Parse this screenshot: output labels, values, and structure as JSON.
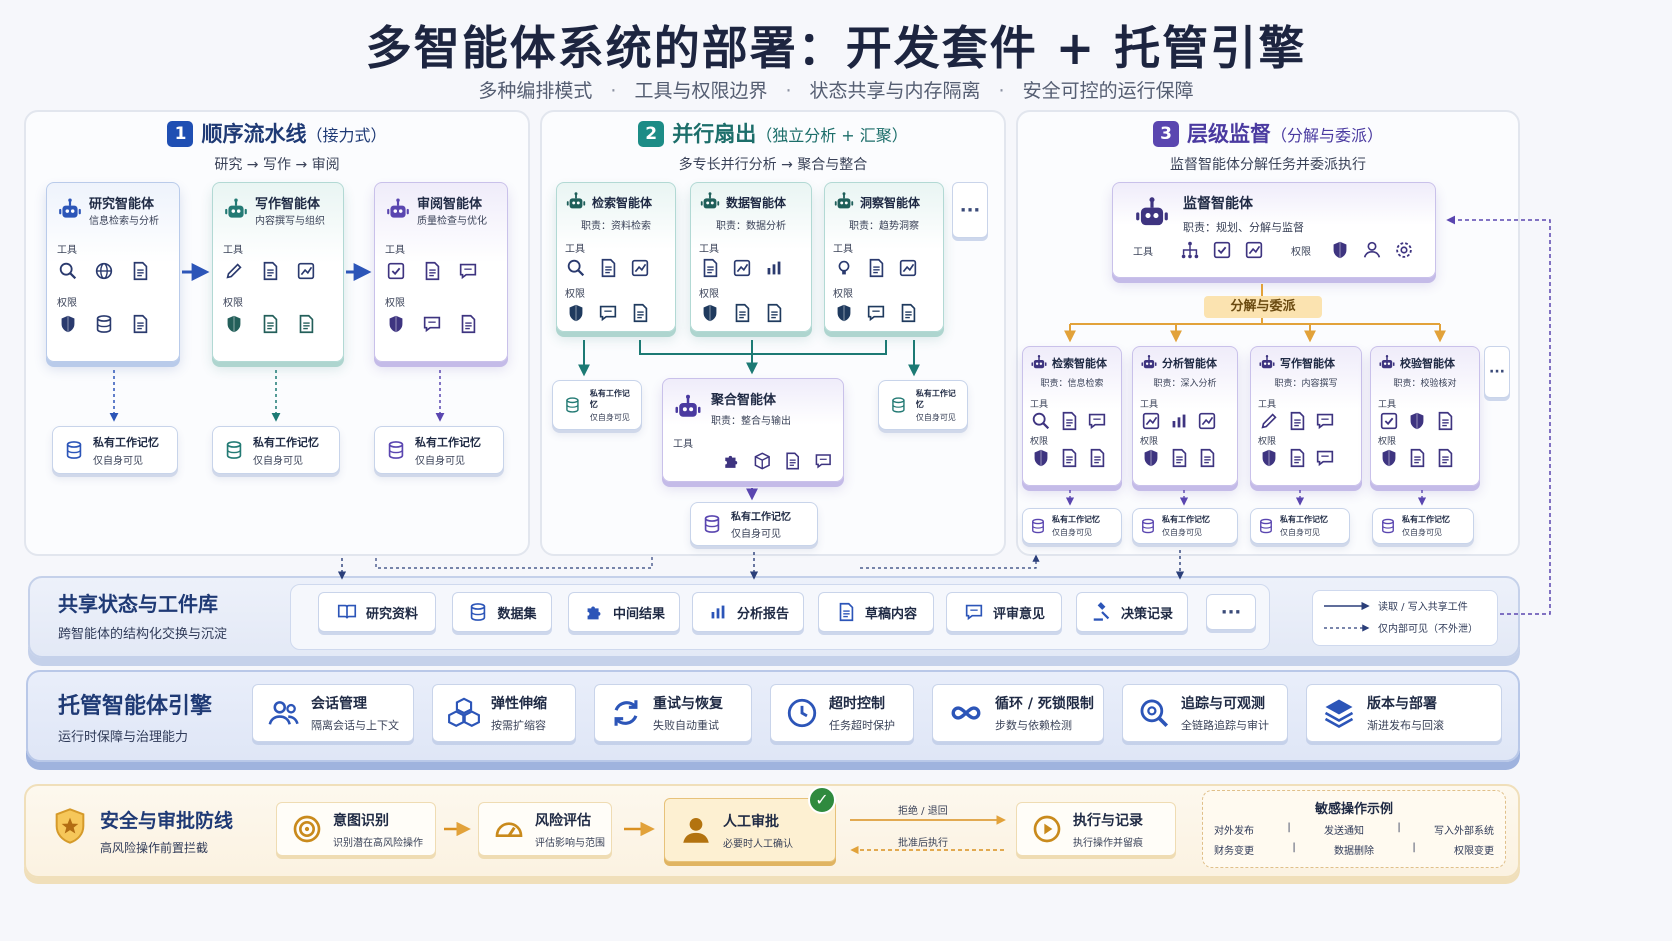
{
  "title": "多智能体系统的部署：开发套件 + 托管引擎",
  "subtitle": [
    "多种编排模式",
    "工具与权限边界",
    "状态共享与内存隔离",
    "安全可控的运行保障"
  ],
  "common": {
    "tools": "工具",
    "perms": "权限",
    "mem_title": "私有工作记忆",
    "mem_sub": "仅自身可见",
    "more": "···"
  },
  "panel1": {
    "num": "1",
    "title": "顺序流水线",
    "title_small": "（接力式）",
    "sub": "研究 → 写作 → 审阅",
    "agents": [
      {
        "name": "研究智能体",
        "desc": "信息检索与分析"
      },
      {
        "name": "写作智能体",
        "desc": "内容撰写与组织"
      },
      {
        "name": "审阅智能体",
        "desc": "质量检查与优化"
      }
    ]
  },
  "panel2": {
    "num": "2",
    "title": "并行扇出",
    "title_small": "（独立分析 + 汇聚）",
    "sub": "多专长并行分析 → 聚合与整合",
    "agents": [
      {
        "name": "检索智能体",
        "desc": "职责：资料检索"
      },
      {
        "name": "数据智能体",
        "desc": "职责：数据分析"
      },
      {
        "name": "洞察智能体",
        "desc": "职责：趋势洞察"
      }
    ],
    "aggregator": {
      "name": "聚合智能体",
      "desc": "职责：整合与输出"
    }
  },
  "panel3": {
    "num": "3",
    "title": "层级监督",
    "title_small": "（分解与委派）",
    "sub": "监督智能体分解任务并委派执行",
    "supervisor": {
      "name": "监督智能体",
      "desc": "职责：规划、分解与监督"
    },
    "delegate_label": "分解与委派",
    "agents": [
      {
        "name": "检索智能体",
        "desc": "职责：信息检索"
      },
      {
        "name": "分析智能体",
        "desc": "职责：深入分析"
      },
      {
        "name": "写作智能体",
        "desc": "职责：内容撰写"
      },
      {
        "name": "校验智能体",
        "desc": "职责：校验核对"
      }
    ]
  },
  "shared": {
    "title": "共享状态与工件库",
    "sub": "跨智能体的结构化交换与沉淀",
    "items": [
      "研究资料",
      "数据集",
      "中间结果",
      "分析报告",
      "草稿内容",
      "评审意见",
      "决策记录"
    ],
    "legend": [
      "读取 / 写入共享工件",
      "仅内部可见（不外泄）"
    ]
  },
  "host": {
    "title": "托管智能体引擎",
    "sub": "运行时保障与治理能力",
    "items": [
      {
        "t": "会话管理",
        "d": "隔离会话与上下文"
      },
      {
        "t": "弹性伸缩",
        "d": "按需扩缩容"
      },
      {
        "t": "重试与恢复",
        "d": "失败自动重试"
      },
      {
        "t": "超时控制",
        "d": "任务超时保护"
      },
      {
        "t": "循环 / 死锁限制",
        "d": "步数与依赖检测"
      },
      {
        "t": "追踪与可观测",
        "d": "全链路追踪与审计"
      },
      {
        "t": "版本与部署",
        "d": "渐进发布与回滚"
      }
    ]
  },
  "safety": {
    "title": "安全与审批防线",
    "sub": "高风险操作前置拦截",
    "steps": [
      {
        "t": "意图识别",
        "d": "识别潜在高风险操作"
      },
      {
        "t": "风险评估",
        "d": "评估影响与范围"
      },
      {
        "t": "人工审批",
        "d": "必要时人工确认"
      },
      {
        "t": "执行与记录",
        "d": "执行操作并留痕"
      }
    ],
    "reject": "拒绝 / 退回",
    "approve": "批准后执行",
    "examples_title": "敏感操作示例",
    "examples": [
      [
        "对外发布",
        "发送通知",
        "写入外部系统"
      ],
      [
        "财务变更",
        "数据删除",
        "权限变更"
      ]
    ]
  },
  "colors": {
    "blue": "#1f4fb3",
    "teal": "#1c8c86",
    "purple": "#5a46b0",
    "orange": "#e2a23a",
    "navy": "#2b3f7a"
  }
}
